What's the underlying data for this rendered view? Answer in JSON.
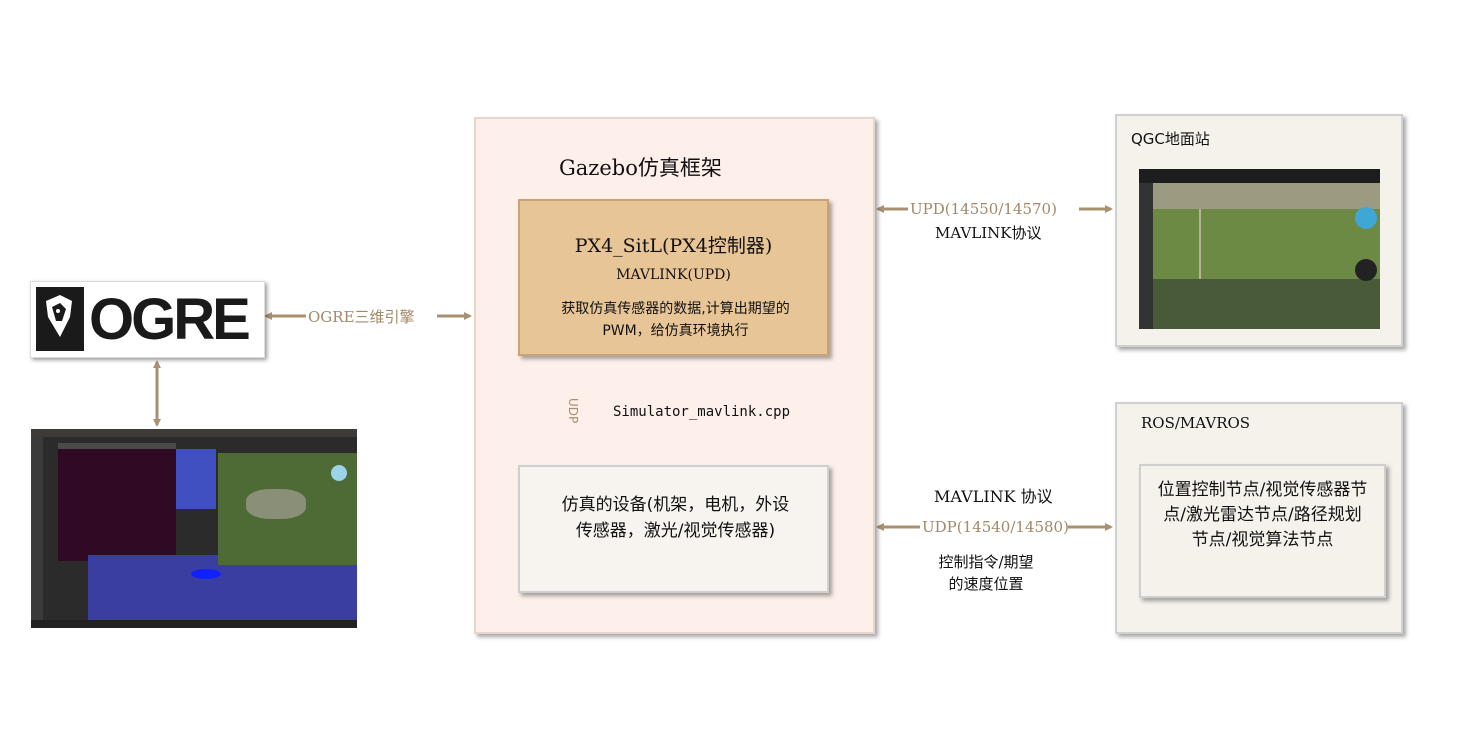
{
  "gazebo": {
    "title": "Gazebo仿真框架",
    "px4": {
      "title": "PX4_SitL(PX4控制器)",
      "subtitle": "MAVLINK(UPD)",
      "description": "获取仿真传感器的数据,计算出期望的PWM，给仿真环境执行"
    },
    "link_label": "UDP",
    "link_file": "Simulator_mavlink.cpp",
    "devices": {
      "text": "仿真的设备(机架，电机，外设传感器，激光/视觉传感器)"
    }
  },
  "ogre": {
    "logo_text": "OGRE",
    "link_label": "OGRE三维引擎"
  },
  "qgc": {
    "title": "QGC地面站",
    "link_ports": "UPD(14550/14570)",
    "link_protocol": "MAVLINK协议"
  },
  "ros": {
    "title": "ROS/MAVROS",
    "nodes": "位置控制节点/视觉传感器节点/激光雷达节点/路径规划节点/视觉算法节点",
    "link_protocol": "MAVLINK 协议",
    "link_ports": "UDP(14540/14580)",
    "link_desc": "控制指令/期望的速度位置"
  },
  "colors": {
    "arrow": "#a89070",
    "px4_fill": "#e8c597",
    "gazebo_fill": "#fdf0ea",
    "panel_fill": "#f5f2ec"
  }
}
